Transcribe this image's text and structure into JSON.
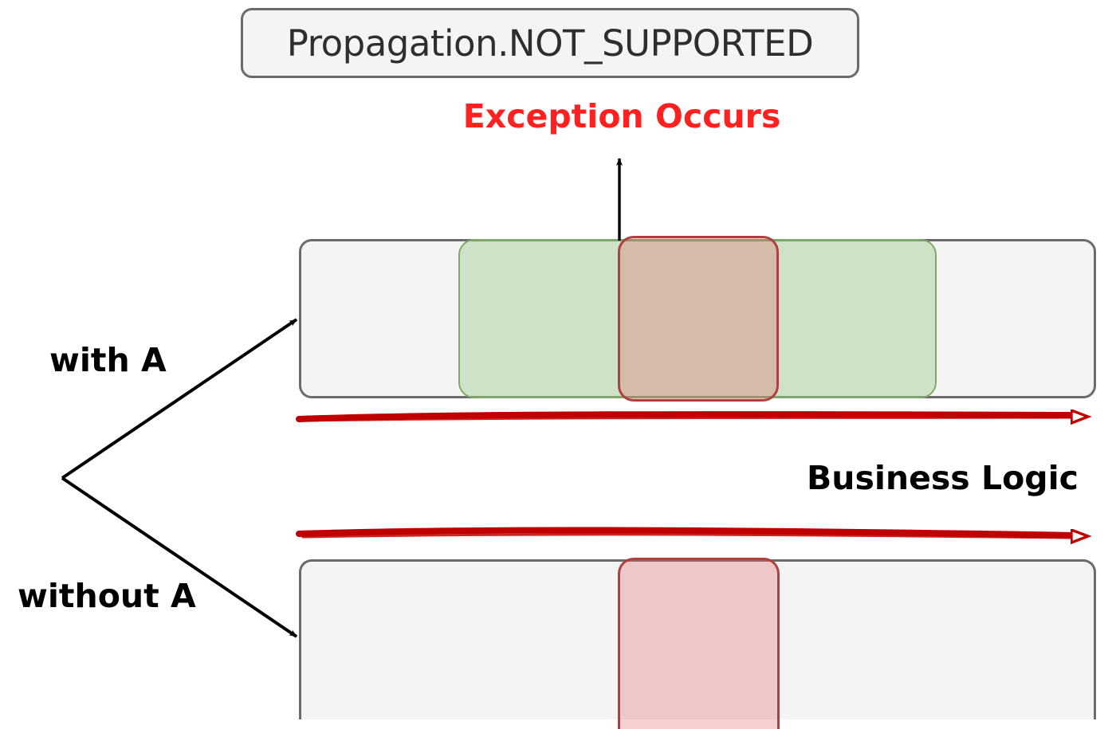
{
  "diagram": {
    "title": "Propagation.NOT_SUPPORTED",
    "exception_label": "Exception Occurs",
    "business_logic_label": "Business Logic",
    "branch_labels": {
      "with": "with A",
      "without": "without A"
    },
    "colors": {
      "title_border": "#6b6b6b",
      "title_fill": "#f4f4f4",
      "exception_text": "#ff2020",
      "lane_fill": "#f4f4f4",
      "lane_border": "#6b6b6b",
      "transaction_green_fill": "#d7e8d3",
      "transaction_green_border": "#7cab66",
      "exception_red_fill": "#f7cfcf",
      "exception_red_border": "#b04040",
      "timeline_arrow": "#c00000",
      "branch_arrow": "#000000"
    },
    "rows": [
      {
        "name": "with-a-row",
        "branch_label": "with A",
        "segments": [
          {
            "kind": "non-transactional",
            "color": "#f4f4f4"
          },
          {
            "kind": "transaction",
            "color": "#d7e8d3"
          },
          {
            "kind": "exception",
            "color": "#f7cfcf"
          },
          {
            "kind": "transaction",
            "color": "#d7e8d3"
          },
          {
            "kind": "non-transactional",
            "color": "#f4f4f4"
          }
        ],
        "has_exception_arrow": true
      },
      {
        "name": "without-a-row",
        "branch_label": "without A",
        "segments": [
          {
            "kind": "non-transactional",
            "color": "#f4f4f4"
          },
          {
            "kind": "exception",
            "color": "#f7cfcf"
          },
          {
            "kind": "non-transactional",
            "color": "#f4f4f4"
          }
        ],
        "has_exception_arrow": false
      }
    ],
    "timelines": [
      {
        "name": "timeline-top",
        "label": "",
        "direction": "right"
      },
      {
        "name": "timeline-bottom",
        "label": "Business Logic",
        "direction": "right"
      }
    ],
    "icons": {
      "exception_arrow": "arrow-up-icon",
      "branch_arrow": "arrow-diagonal-icon",
      "timeline_arrow": "arrow-right-open-triangle-icon"
    }
  }
}
